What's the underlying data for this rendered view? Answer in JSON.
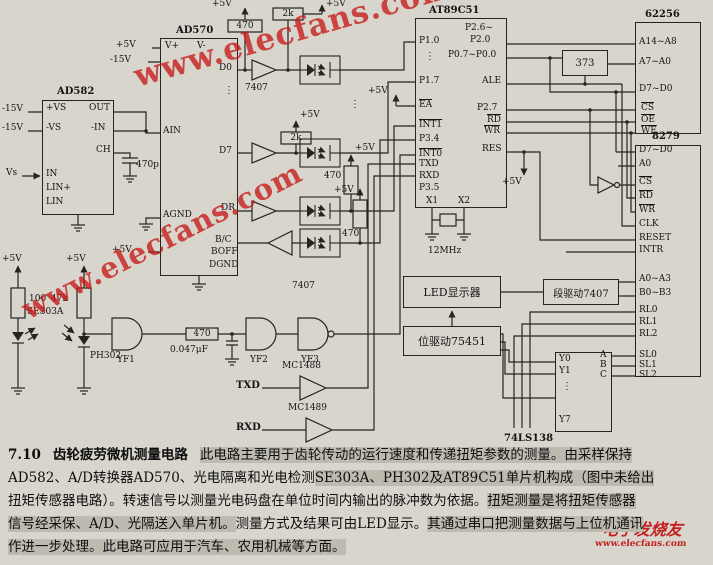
{
  "watermark": {
    "text": "www.elecfans.com"
  },
  "logo": {
    "name": "电子发烧友",
    "site": "www.elecfans.com"
  },
  "power": {
    "p5": "+5V",
    "n15": "-15V"
  },
  "values": {
    "r470": "470",
    "r2k": "2k",
    "r47k": "47k",
    "r100": "100",
    "c470p": "470p",
    "c047": "0.047μF"
  },
  "misc": {
    "vdots": "⋮"
  },
  "signals": {
    "vs": "Vs",
    "txd": "TXD",
    "rxd": "RXD"
  },
  "ad582": {
    "title": "AD582",
    "pins": {
      "vsp": "+VS",
      "vsn": "-VS",
      "in": "IN",
      "linp": "LIN+",
      "lin": "LIN",
      "out": "OUT",
      "inn": "-IN",
      "ch": "CH"
    }
  },
  "ad570": {
    "title": "AD570",
    "pins": {
      "vp": "V+",
      "vn": "V-",
      "d0": "D0",
      "d7": "D7",
      "ain": "AIN",
      "dr": "DR",
      "agnd": "AGND",
      "bc": "B/C",
      "boff": "BOFF",
      "dgnd": "DGND"
    }
  },
  "mcu": {
    "title": "AT89C51",
    "pins": {
      "p10": "P1.0",
      "p17": "P1.7",
      "ea": "EA",
      "int1": "INT1",
      "p34": "P3.4",
      "int0": "INT0",
      "txd": "TXD",
      "rxd": "RXD",
      "p35": "P3.5",
      "p26": "P2.6~",
      "p20": "P2.0",
      "p0": "P0.7~P0.0",
      "ale": "ALE",
      "p27": "P2.7",
      "rd": "RD",
      "wr": "WR",
      "res": "RES",
      "x1": "X1",
      "x2": "X2"
    }
  },
  "ram": {
    "title": "62256",
    "pins": {
      "ah": "A14~A8",
      "al": "A7~A0",
      "d": "D7~D0",
      "cs": "CS",
      "oe": "OE",
      "we": "WE"
    }
  },
  "latch": {
    "title": "373"
  },
  "kdc": {
    "title": "8279",
    "pins": {
      "d": "D7~D0",
      "a0": "A0",
      "cs": "CS",
      "rd": "RD",
      "wr": "WR",
      "clk": "CLK",
      "reset": "RESET",
      "intr": "INTR",
      "a03": "A0~A3",
      "b03": "B0~B3",
      "rl0": "RL0",
      "rl1": "RL1",
      "rl2": "RL2",
      "sl0": "SL0",
      "sl1": "SL1",
      "sl2": "SL2"
    }
  },
  "dec": {
    "title": "74LS138",
    "pins": {
      "y0": "Y0",
      "y1": "Y1",
      "y7": "Y7",
      "a": "A",
      "b": "B",
      "c": "C"
    }
  },
  "blocks": {
    "led": "LED显示器",
    "seg": "段驱动7407",
    "dig": "位驱动75451"
  },
  "drivers": {
    "b7407": "7407",
    "mc1488": "MC1488",
    "mc1489": "MC1489"
  },
  "gates": {
    "yf1": "YF1",
    "yf2": "YF2",
    "yf3": "YF3"
  },
  "photo": {
    "se303a": "SE303A",
    "ph302": "PH302"
  },
  "xtal": {
    "freq": "12MHz"
  },
  "caption": {
    "num": "7.10",
    "title": "齿轮疲劳微机测量电路",
    "l1": "此电路主要用于齿轮传动的运行速度和传递扭矩参数的测量。由采样保持",
    "l2a": "AD582、A/D转换器AD570、光电隔离和光电检测",
    "l2b": "SE303A、PH302及AT89C51单片机构成（图中未给出",
    "l3a": "扭矩传感器电路）。转速信号以测量光电码盘在单位时间内输出的脉冲数为依据。",
    "l3b": "扭矩测量是将扭矩传感器",
    "l4a": "信号经采保、A/D、光隔送入单片机。",
    "l4b": "测量方式及结果可由LED显示。",
    "l4c": "其通过串口把测量数据与上位机通讯",
    "l5": "作进一步处理。此电路可应用于汽车、农用机械等方面。"
  }
}
